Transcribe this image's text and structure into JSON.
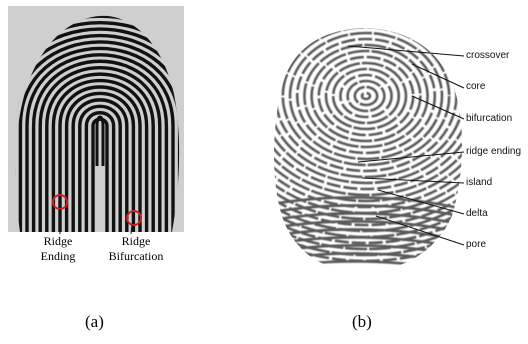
{
  "panel_a": {
    "caption": "(a)",
    "labels": [
      {
        "line1": "Ridge",
        "line2": "Ending"
      },
      {
        "line1": "Ridge",
        "line2": "Bifurcation"
      }
    ],
    "marker_color": "#cc1f1f",
    "background_color": "#cfcfcf"
  },
  "panel_b": {
    "caption": "(b)",
    "labels": [
      "crossover",
      "core",
      "bifurcation",
      "ridge ending",
      "island",
      "delta",
      "pore"
    ]
  }
}
